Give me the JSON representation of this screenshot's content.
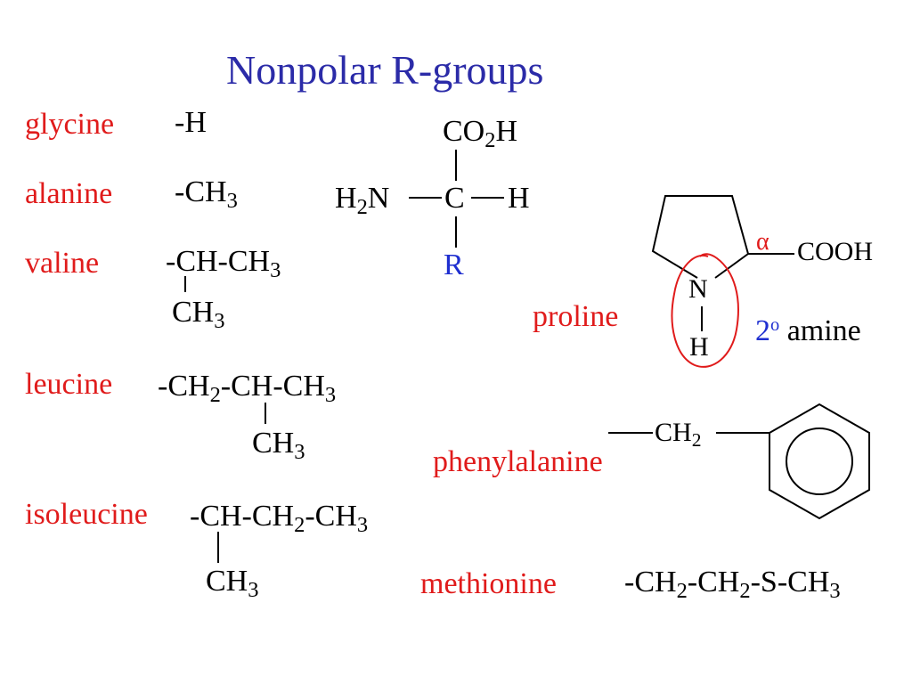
{
  "title": "Nonpolar R-groups",
  "generic_amino_acid": {
    "top_group": "CO",
    "top_sub": "2",
    "top_tail": "H",
    "left_group": "H",
    "left_sub": "2",
    "left_tail": "N",
    "center_atom": "C",
    "right_atom": "H",
    "side_chain": "R"
  },
  "amino_acids": {
    "glycine": {
      "name": "glycine",
      "formula": "-H"
    },
    "alanine": {
      "name": "alanine",
      "formula": "-CH",
      "sub": "3"
    },
    "valine": {
      "name": "valine",
      "main": "-CH-CH",
      "main_sub": "3",
      "branch": "CH",
      "branch_sub": "3"
    },
    "leucine": {
      "name": "leucine",
      "p1": "-CH",
      "p1_sub": "2",
      "p2": "-CH-CH",
      "p2_sub": "3",
      "branch": "CH",
      "branch_sub": "3"
    },
    "isoleucine": {
      "name": "isoleucine",
      "p1": "-CH-CH",
      "p1_sub": "2",
      "p2": "-CH",
      "p2_sub": "3",
      "branch": "CH",
      "branch_sub": "3"
    },
    "proline": {
      "name": "proline",
      "alpha": "α",
      "carboxyl": "COOH",
      "nitrogen": "N",
      "hydrogen": "H",
      "amine_num": "2",
      "amine_sup": "o",
      "amine_text": " amine"
    },
    "phenylalanine": {
      "name": "phenylalanine",
      "ch": "CH",
      "ch_sub": "2"
    },
    "methionine": {
      "name": "methionine",
      "p1": "-CH",
      "p1_sub": "2",
      "p2": "-CH",
      "p2_sub": "2",
      "p3": "-S-CH",
      "p3_sub": "3"
    }
  },
  "colors": {
    "title": "#2b2ba8",
    "amino_acid_name": "#e01b1b",
    "r_group": "#1f2fd0",
    "annotation": "#e01b1b"
  }
}
